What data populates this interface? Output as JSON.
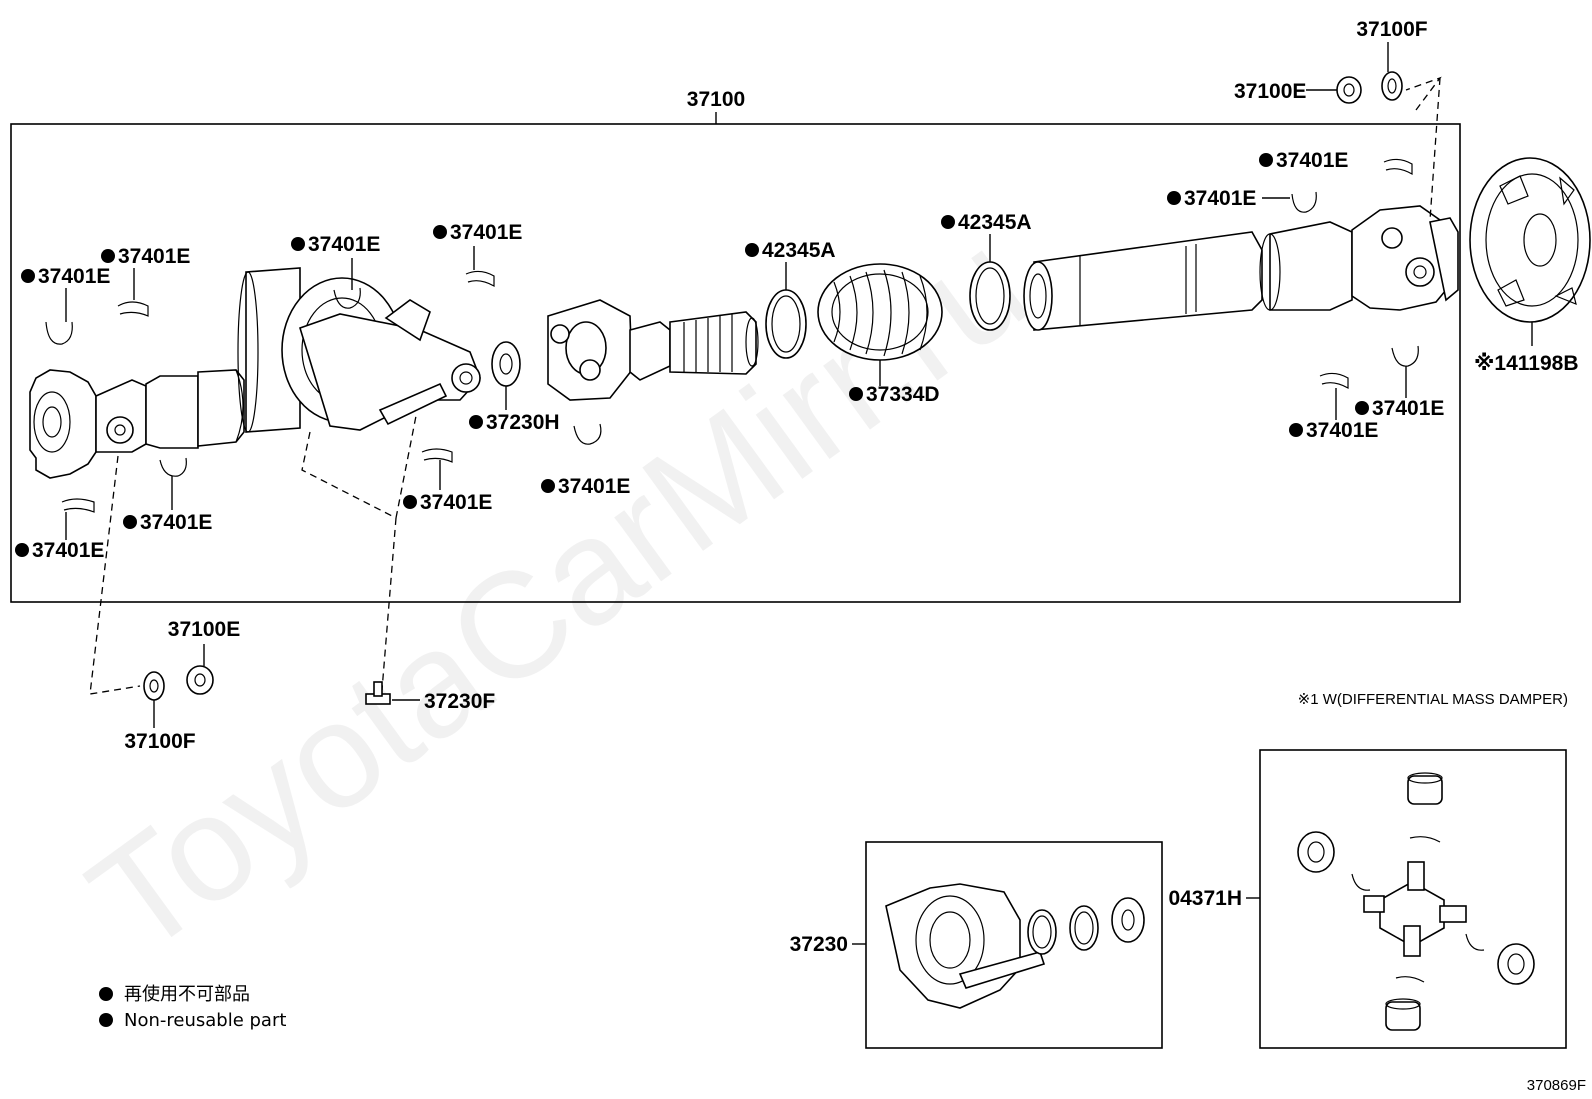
{
  "watermark": "ToyotaCarMirr.ru",
  "main_assembly": "37100",
  "callouts": {
    "flange_nut_top": "37100F",
    "washer_top": "37100E",
    "snap_ring": "37401E",
    "boot_clamp": "42345A",
    "boot": "37334D",
    "bearing_seal": "37230H",
    "damper": "※141198B",
    "nut_bottom": "37100E",
    "washer_bottom": "37100F",
    "bolt": "37230F",
    "center_bearing": "37230",
    "spider_kit": "04371H"
  },
  "footnote": "※1 W(DIFFERENTIAL MASS DAMPER)",
  "legend": {
    "line_jp": "再使用不可部品",
    "line_en": "Non-reusable part"
  },
  "figure_id": "370869F"
}
